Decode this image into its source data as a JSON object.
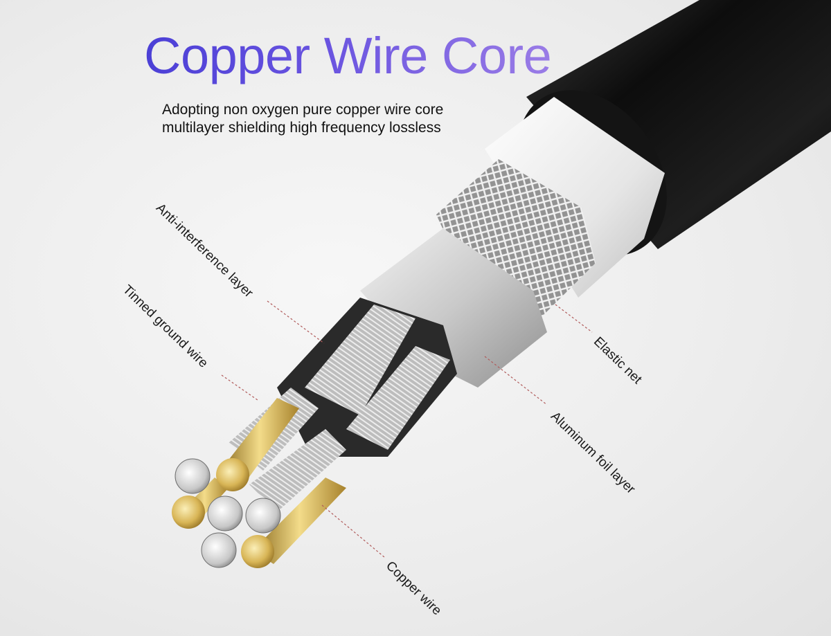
{
  "title": "Copper Wire Core",
  "subtitle": {
    "line1": "Adopting non oxygen pure copper wire core",
    "line2": "multilayer shielding high frequency lossless"
  },
  "labels": {
    "anti_interference": "Anti-interference layer",
    "tinned_ground": "Tinned ground wire",
    "elastic_net": "Elastic net",
    "aluminum_foil": "Aluminum foil layer",
    "copper_wire": "Copper wire"
  },
  "colors": {
    "title_start": "#4b3fd6",
    "title_end": "#9a7ce6",
    "jacket": "#111111",
    "copper": "#d9b64e",
    "leader_line": "#b05a5a"
  }
}
